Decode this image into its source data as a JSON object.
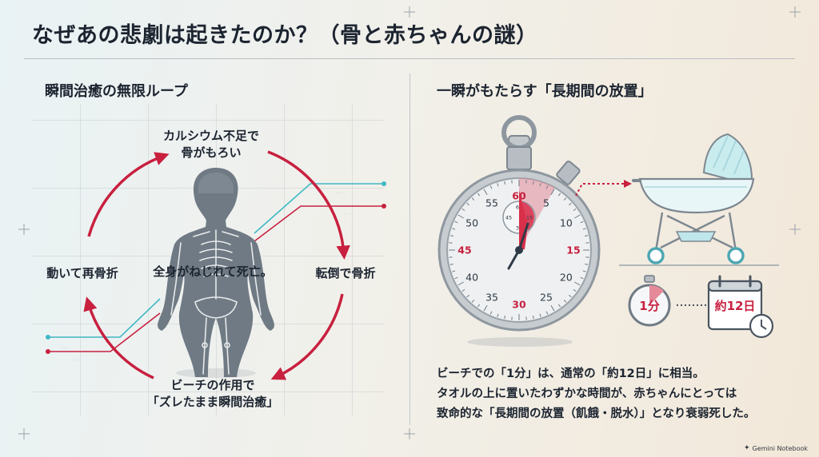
{
  "title": "なぜあの悲劇は起きたのか？（骨と赤ちゃんの謎）",
  "left_panel": {
    "heading": "瞬間治癒の無限ループ",
    "cycle": {
      "top": [
        "カルシウム不足で",
        "骨がもろい"
      ],
      "right": "転倒で骨折",
      "bottom": [
        "ビーチの作用で",
        "「ズレたまま瞬間治癒」"
      ],
      "left": "動いて再骨折",
      "center": "全身がねじれて死亡。"
    },
    "accent_color": "#c8203f",
    "teal_color": "#3fb8c4"
  },
  "right_panel": {
    "heading": "一瞬がもたらす「長期間の放置」",
    "stopwatch": {
      "outer_numbers": [
        "60",
        "5",
        "10",
        "15",
        "20",
        "25",
        "30",
        "35",
        "40",
        "45",
        "50",
        "55"
      ],
      "sub_dial_numbers": [
        "60",
        "15",
        "30",
        "45"
      ]
    },
    "small_stopwatch_label": "1分",
    "calendar_label": "約12日",
    "description": [
      "ビーチでの「1分」は、通常の「約12日」に相当。",
      "タオルの上に置いたわずかな時間が、赤ちゃんにとっては",
      "致命的な「長期間の放置（飢餓・脱水）」となり衰弱死した。"
    ]
  },
  "brand": "Gemini Notebook"
}
